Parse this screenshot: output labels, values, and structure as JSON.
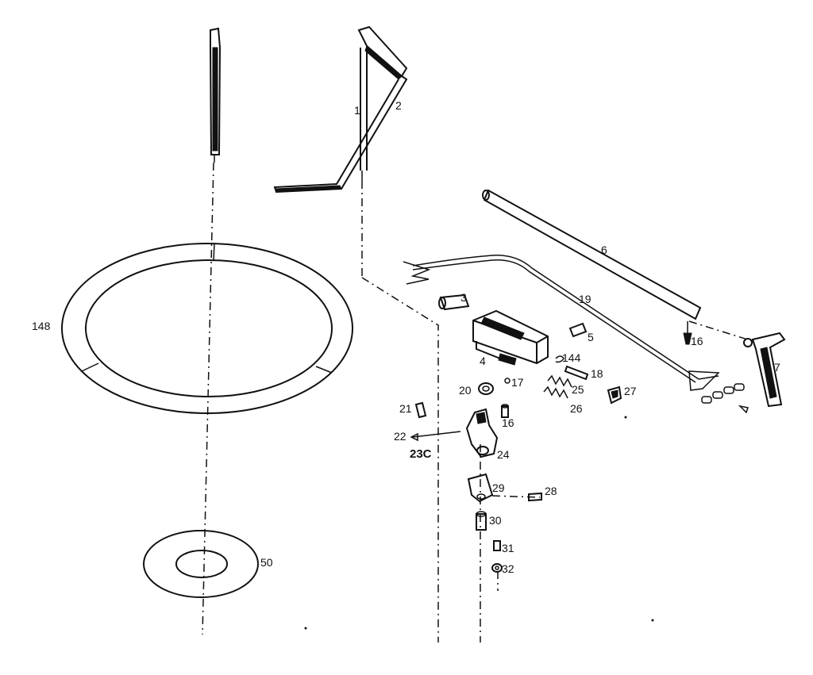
{
  "labels": {
    "p1": "1",
    "p2": "2",
    "p3": "3",
    "p4": "4",
    "p5": "5",
    "p6": "6",
    "p7": "7",
    "p16a": "16",
    "p16b": "16",
    "p17": "17",
    "p18": "18",
    "p19": "19",
    "p20": "20",
    "p21": "21",
    "p22": "22",
    "p23c": "23C",
    "p24": "24",
    "p25": "25",
    "p26": "26",
    "p27": "27",
    "p28": "28",
    "p29": "29",
    "p30": "30",
    "p31": "31",
    "p32": "32",
    "p48": "148",
    "p50": "50",
    "p144": "144"
  }
}
